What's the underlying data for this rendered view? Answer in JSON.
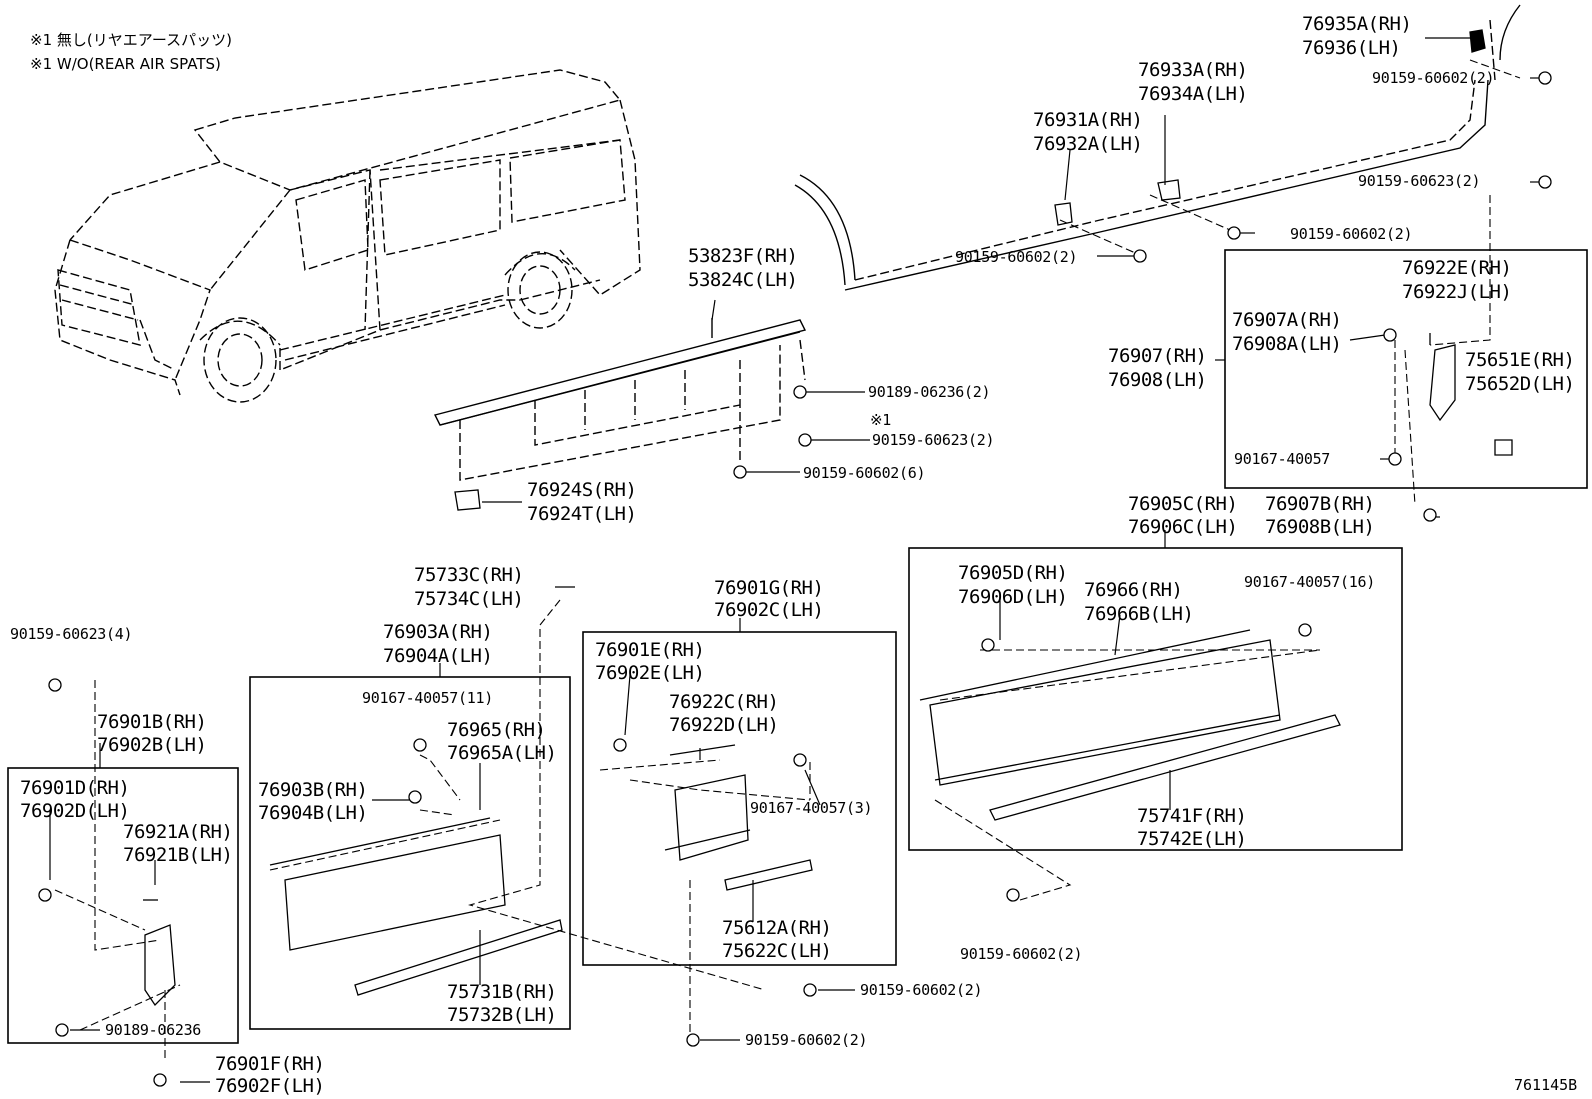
{
  "notes": {
    "line1": "※1 無し(リヤエアースパッツ)",
    "line2": "※1 W/O(REAR AIR SPATS)",
    "ref_mark": "※1"
  },
  "figure_id": "761145B",
  "labels": {
    "p76935A": "76935A(RH)",
    "p76936": "76936(LH)",
    "f90159_60602_2a": "90159-60602(2)",
    "p76933A": "76933A(RH)",
    "p76934A": "76934A(LH)",
    "p76931A": "76931A(RH)",
    "p76932A": "76932A(LH)",
    "f90159_60623_2a": "90159-60623(2)",
    "f90159_60602_2b": "90159-60602(2)",
    "f90159_60602_2c": "90159-60602(2)",
    "p76922E": "76922E(RH)",
    "p76922J": "76922J(LH)",
    "p53823F": "53823F(RH)",
    "p53824C": "53824C(LH)",
    "p76907A": "76907A(RH)",
    "p76908A": "76908A(LH)",
    "p76907": "76907(RH)",
    "p76908": "76908(LH)",
    "p75651E": "75651E(RH)",
    "p75652D": "75652D(LH)",
    "f90189_06236_2": "90189-06236(2)",
    "f90159_60623_2b": "90159-60623(2)",
    "f90167_40057": "90167-40057",
    "f90159_60602_6": "90159-60602(6)",
    "p76924S": "76924S(RH)",
    "p76924T": "76924T(LH)",
    "p76905C": "76905C(RH)",
    "p76906C": "76906C(LH)",
    "p76907B": "76907B(RH)",
    "p76908B": "76908B(LH)",
    "p75733C": "75733C(RH)",
    "p75734C": "75734C(LH)",
    "p76905D": "76905D(RH)",
    "p76906D": "76906D(LH)",
    "p76966": "76966(RH)",
    "p76966B": "76966B(LH)",
    "f90167_40057_16": "90167-40057(16)",
    "p76901G": "76901G(RH)",
    "p76902C": "76902C(LH)",
    "f90159_60623_4": "90159-60623(4)",
    "p76903A": "76903A(RH)",
    "p76904A": "76904A(LH)",
    "p76901E": "76901E(RH)",
    "p76902E": "76902E(LH)",
    "f90167_40057_11": "90167-40057(11)",
    "p76922C": "76922C(RH)",
    "p76922D": "76922D(LH)",
    "p76965": "76965(RH)",
    "p76965A": "76965A(LH)",
    "p76901B": "76901B(RH)",
    "p76902B": "76902B(LH)",
    "p76901D": "76901D(RH)",
    "p76902D": "76902D(LH)",
    "p76903B": "76903B(RH)",
    "p76904B": "76904B(LH)",
    "f90167_40057_3": "90167-40057(3)",
    "p75741F": "75741F(RH)",
    "p75742E": "75742E(LH)",
    "p76921A": "76921A(RH)",
    "p76921B": "76921B(LH)",
    "p75612A": "75612A(RH)",
    "p75622C": "75622C(LH)",
    "f90159_60602_2d": "90159-60602(2)",
    "p75731B": "75731B(RH)",
    "p75732B": "75732B(LH)",
    "f90159_60602_2e": "90159-60602(2)",
    "f90189_06236": "90189-06236",
    "f90159_60602_2f": "90159-60602(2)",
    "p76901F": "76901F(RH)",
    "p76902F": "76902F(LH)"
  },
  "colors": {
    "line": "#000000",
    "background": "#ffffff"
  }
}
